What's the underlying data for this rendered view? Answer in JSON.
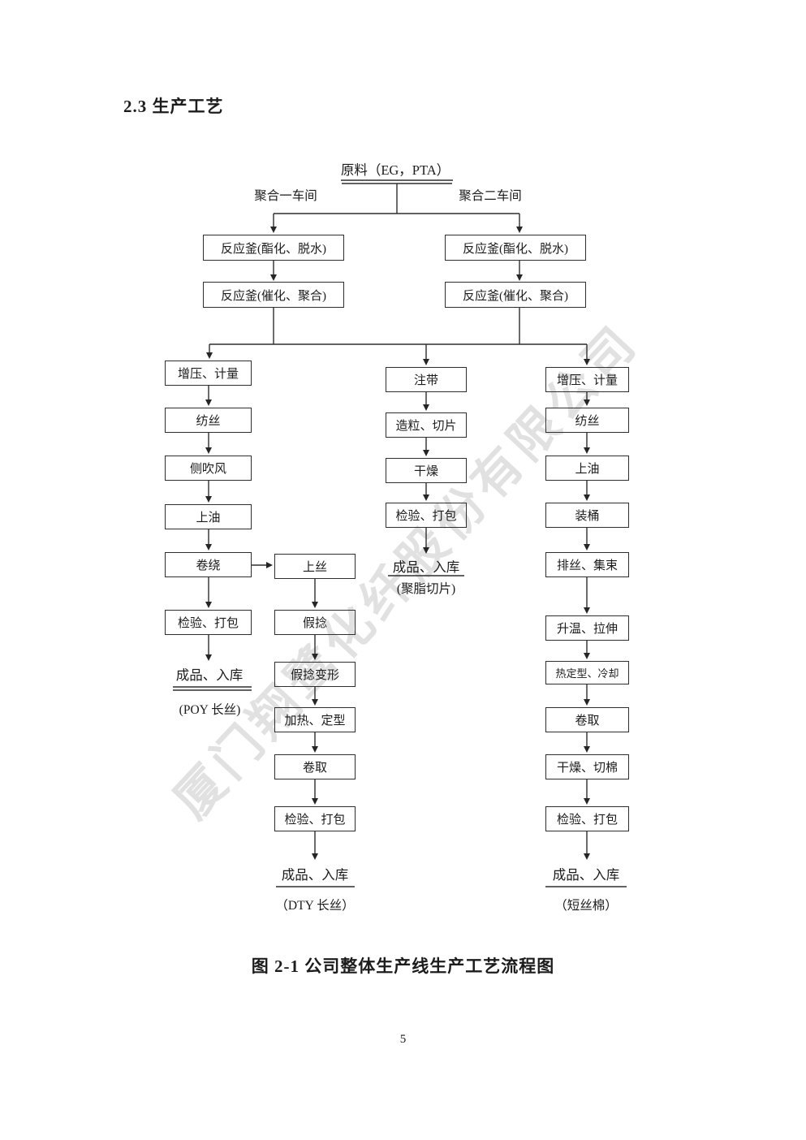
{
  "page": {
    "heading": "2.3 生产工艺",
    "caption": "图 2-1 公司整体生产线生产工艺流程图",
    "page_number": "5",
    "watermark": "厦门翔鹭化纤股份有限公司"
  },
  "flowchart": {
    "source": "原料（EG，PTA）",
    "workshop_left": "聚合一车间",
    "workshop_right": "聚合二车间",
    "reactors_left": [
      "反应釜(酯化、脱水)",
      "反应釜(催化、聚合)"
    ],
    "reactors_right": [
      "反应釜(酯化、脱水)",
      "反应釜(催化、聚合)"
    ],
    "poy_line": {
      "steps": [
        "增压、计量",
        "纺丝",
        "侧吹风",
        "上油",
        "卷绕",
        "检验、打包"
      ],
      "end": "成品、入库",
      "product": "(POY 长丝)"
    },
    "dty_line": {
      "steps": [
        "上丝",
        "假捻",
        "假捻变形",
        "加热、定型",
        "卷取",
        "检验、打包"
      ],
      "end": "成品、入库",
      "product": "（DTY 长丝）"
    },
    "chip_line": {
      "steps": [
        "注带",
        "造粒、切片",
        "干燥",
        "检验、打包"
      ],
      "end": "成品、入库",
      "product": "(聚脂切片)"
    },
    "staple_line": {
      "steps": [
        "增压、计量",
        "纺丝",
        "上油",
        "装桶",
        "排丝、集束",
        "升温、拉伸",
        "热定型、冷却",
        "卷取",
        "干燥、切棉",
        "检验、打包"
      ],
      "end": "成品、入库",
      "product": "（短丝棉）"
    }
  }
}
